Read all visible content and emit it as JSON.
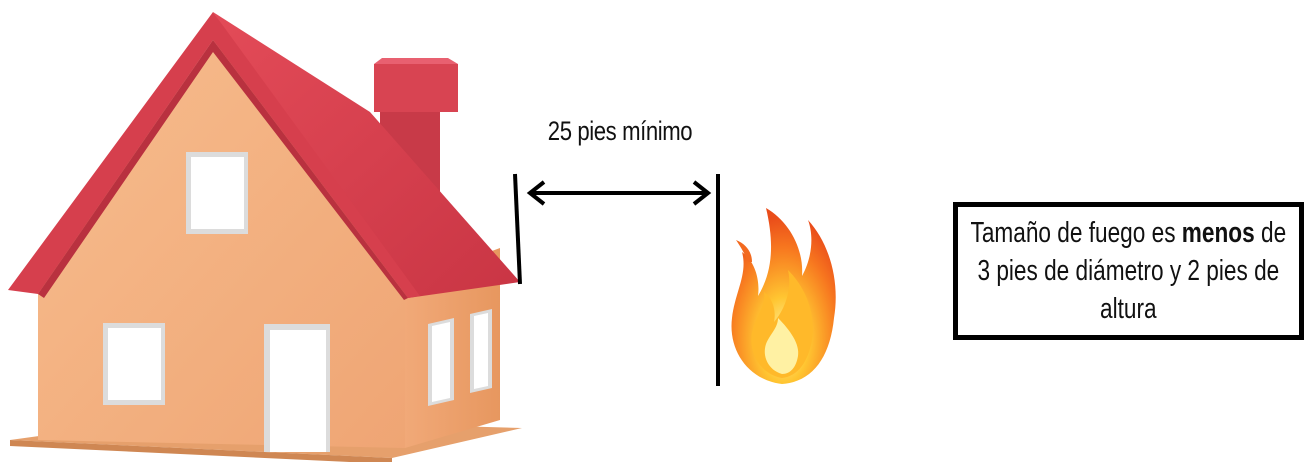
{
  "distance_label": "25 pies mínimo",
  "info_box": {
    "line1_prefix": "Tamaño de fuego es",
    "line1_bold": "menos",
    "line1_suffix": "de",
    "line2": "3 pies de diámetro y 2 pies de",
    "line3": "altura"
  },
  "colors": {
    "roof": "#d9414f",
    "roof_shadow": "#b8303e",
    "wall": "#f4b07f",
    "wall_shadow": "#e39463",
    "window": "#ffffff",
    "base": "#e8a06a",
    "flame_outer": "#f25c1f",
    "flame_inner": "#ffc02e",
    "line": "#000000"
  },
  "icons": [
    "house-icon",
    "fire-icon",
    "double-arrow-icon"
  ]
}
